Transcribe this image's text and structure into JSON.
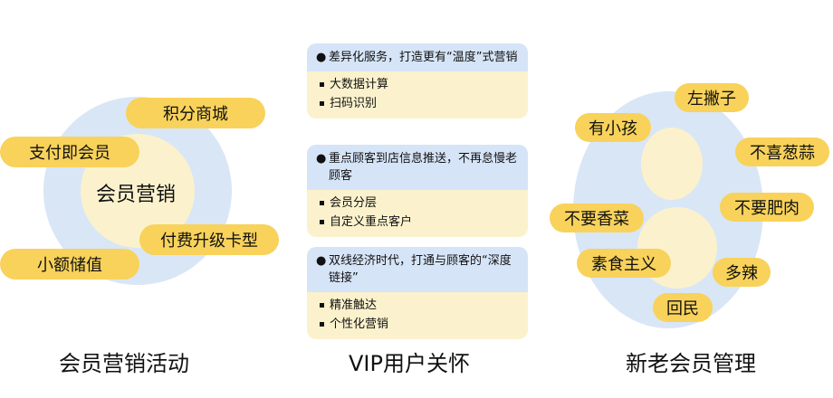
{
  "left": {
    "center": "会员营销",
    "pills": [
      "积分商城",
      "支付即会员",
      "付费升级卡型",
      "小额储值"
    ],
    "title": "会员营销活动"
  },
  "middle": {
    "cards": [
      {
        "heading": "差异化服务，打造更有“温度”式营销",
        "items": [
          "大数据计算",
          "扫码识别"
        ]
      },
      {
        "heading": "重点顾客到店信息推送，不再怠慢老顾客",
        "items": [
          "会员分层",
          "自定义重点客户"
        ]
      },
      {
        "heading": "双线经济时代，打通与顾客的“深度链接”",
        "items": [
          "精准触达",
          "个性化营销"
        ]
      }
    ],
    "title": "VIP用户关怀"
  },
  "right": {
    "pills": [
      "左撇子",
      "有小孩",
      "不喜葱蒜",
      "不要肥肉",
      "不要香菜",
      "素食主义",
      "多辣",
      "回民"
    ],
    "title": "新老会员管理"
  },
  "colors": {
    "yellow": "#f8d25a",
    "blue_light": "#d6e4f7",
    "blue_outer": "#d9e6f6",
    "cream": "#fbf2cd"
  }
}
